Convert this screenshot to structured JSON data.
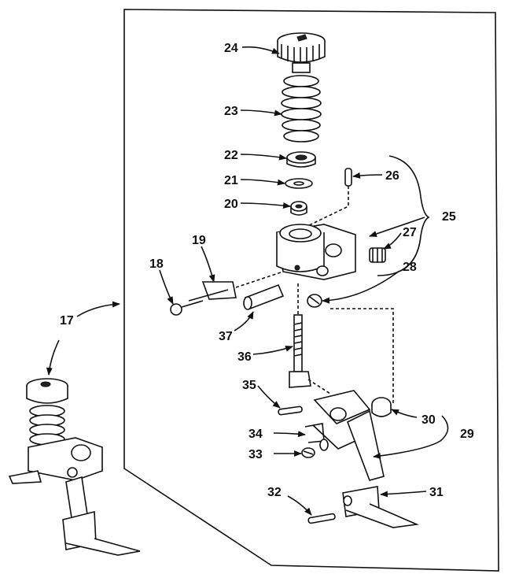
{
  "labels": {
    "n17": "17",
    "n18": "18",
    "n19": "19",
    "n20": "20",
    "n21": "21",
    "n22": "22",
    "n23": "23",
    "n24": "24",
    "n25": "25",
    "n26": "26",
    "n27": "27",
    "n28": "28",
    "n29": "29",
    "n30": "30",
    "n31": "31",
    "n32": "32",
    "n33": "33",
    "n34": "34",
    "n35": "35",
    "n36": "36",
    "n37": "37"
  }
}
